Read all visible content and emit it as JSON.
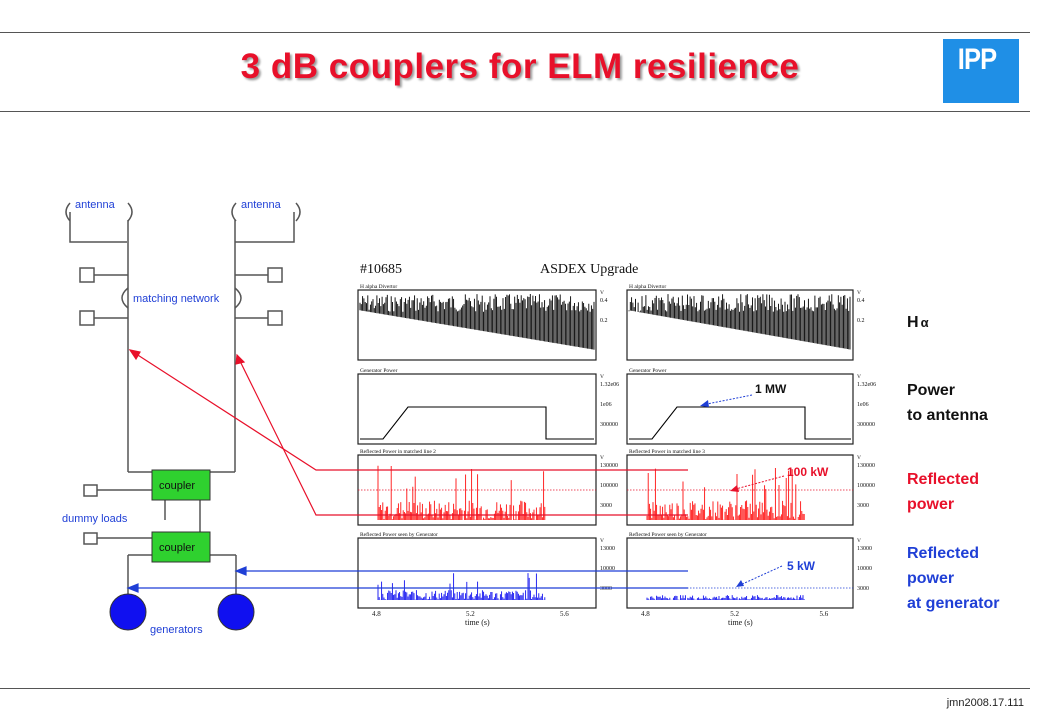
{
  "title": "3 dB couplers for ELM resilience",
  "logo_text": "IPP",
  "footer": "jmn2008.17.111",
  "diagram": {
    "antenna_left": "antenna",
    "antenna_right": "antenna",
    "matching_network": "matching network",
    "coupler_top": "coupler",
    "coupler_bottom": "coupler",
    "dummy_loads": "dummy loads",
    "generators": "generators"
  },
  "plot": {
    "shot": "#10685",
    "machine": "ASDEX Upgrade",
    "panel1_title": "H alpha Divertor",
    "panel2_title": "Generator Power",
    "panel3_left_title": "Reflected Power in matched line 2",
    "panel3_right_title": "Reflected Power in matched line 3",
    "panel4_title": "Reflected Power seen by Generator",
    "ticks_x": [
      "4.8",
      "5.2",
      "5.6"
    ],
    "xlabel": "time (s)",
    "ticks_p1": [
      "0.4",
      "0.2"
    ],
    "ticks_p2": [
      "1.32e06",
      "1e06",
      "300000"
    ],
    "ticks_p3": [
      "130000",
      "100000",
      "3000"
    ],
    "ticks_p4": [
      "13000",
      "10000",
      "3000"
    ],
    "unit": "V"
  },
  "annotations": {
    "one_mw": "1 MW",
    "hundred_kw": "100 kW",
    "five_kw": "5 kW"
  },
  "labels": {
    "h": "H",
    "alpha": "α",
    "power_line1": "Power",
    "power_line2": "to antenna",
    "reflected_line1": "Reflected",
    "reflected_line2": "power",
    "refgen_line1": "Reflected",
    "refgen_line2": "power",
    "refgen_line3": "at generator"
  },
  "colors": {
    "title": "#e8102a",
    "red": "#e8102a",
    "blue": "#1f3fd6",
    "logo": "#1f8fe6",
    "coupler": "#2fd12f"
  }
}
